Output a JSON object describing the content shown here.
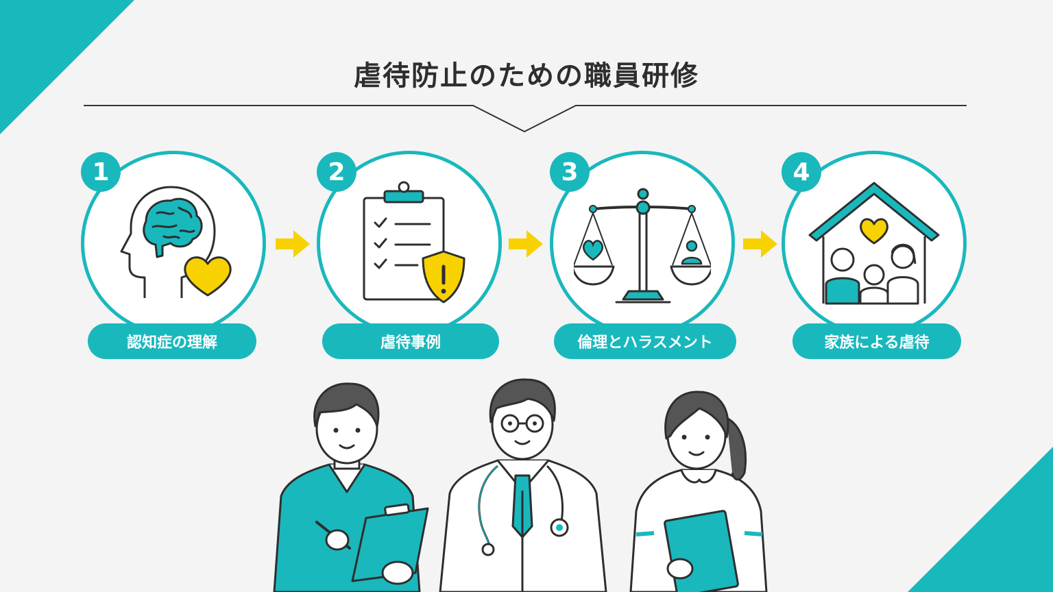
{
  "title": "虐待防止のための職員研修",
  "colors": {
    "accent": "#19b8bd",
    "highlight": "#f7d200",
    "text": "#2e2e2e",
    "background": "#f4f4f4"
  },
  "steps": [
    {
      "number": "1",
      "label": "認知症の理解",
      "icon": "brain-heart-icon"
    },
    {
      "number": "2",
      "label": "虐待事例",
      "icon": "clipboard-warning-icon"
    },
    {
      "number": "3",
      "label": "倫理とハラスメント",
      "icon": "scales-icon"
    },
    {
      "number": "4",
      "label": "家族による虐待",
      "icon": "house-family-icon"
    }
  ],
  "people": [
    "nurse-scrubs",
    "doctor",
    "nurse"
  ]
}
